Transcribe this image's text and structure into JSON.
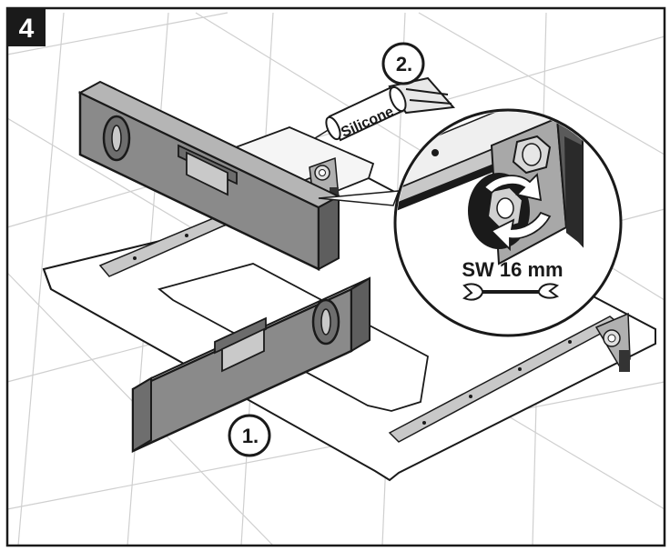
{
  "step": {
    "number": "4"
  },
  "callouts": {
    "first": "1.",
    "second": "2."
  },
  "tube": {
    "label": "Silicone"
  },
  "detail": {
    "wrench_size": "SW 16 mm"
  },
  "colors": {
    "frame": "#1a1a1a",
    "tile_line": "#cfcfcf",
    "level_body": "#8a8a8a",
    "level_top": "#b5b5b5",
    "level_side": "#5e5e5e",
    "rail": "#c8c8c8",
    "arrow": "#ffffff"
  }
}
